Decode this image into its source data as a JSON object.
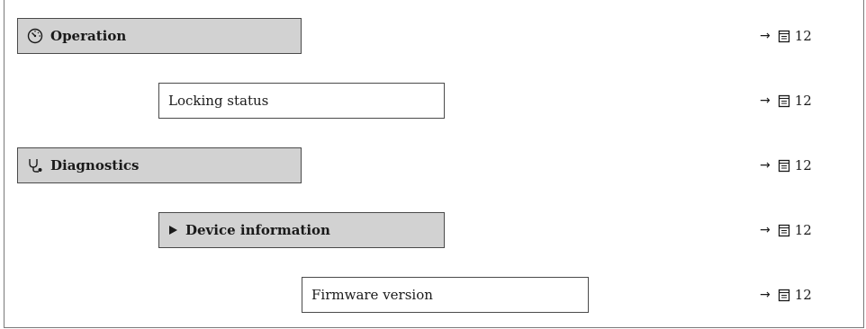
{
  "rows": [
    {
      "label": "Operation",
      "icon": "gauge-icon",
      "style": "menu",
      "page": "12"
    },
    {
      "label": "Locking status",
      "icon": "",
      "style": "parameter",
      "page": "12"
    },
    {
      "label": "Diagnostics",
      "icon": "stethoscope-icon",
      "style": "menu",
      "page": "12"
    },
    {
      "label": "Device information",
      "icon": "play-triangle-icon",
      "style": "submenu",
      "page": "12"
    },
    {
      "label": "Firmware version",
      "icon": "",
      "style": "parameter",
      "page": "12"
    }
  ],
  "reference": {
    "arrow": "→",
    "icon": "book-icon"
  }
}
